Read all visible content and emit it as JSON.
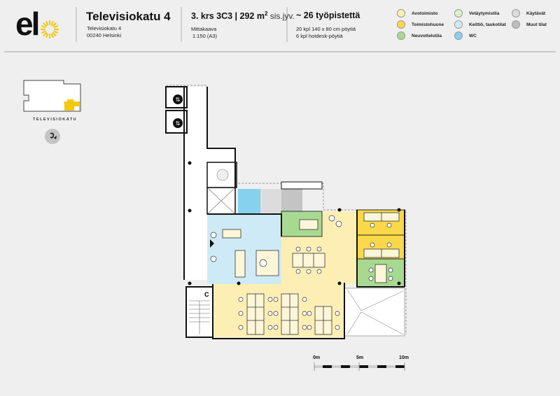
{
  "brand": {
    "logo_text": "el",
    "logo_mark": "sun-icon",
    "accent": "#f5c80f"
  },
  "header": {
    "title": "Televisiokatu 4",
    "address_line1": "Televisiokatu 4",
    "address_line2": "00240 Helsinki",
    "floor_text": "3. krs 3C3 | 292 m",
    "floor_sup": "2",
    "floor_unit": " sis.jyv.",
    "scale_label": "Mittakaava",
    "scale_value": "1:150 (A3)",
    "workstations": "~ 26 työpistettä",
    "desks_line1": "20 kpl 140 x 80 cm pöytiä",
    "desks_line2": "6 kpl hotdesk-pöytiä"
  },
  "legend": [
    {
      "label": "Avotoimisto",
      "color": "#fdefb4"
    },
    {
      "label": "Toimistohuone",
      "color": "#fbd84a"
    },
    {
      "label": "Neuvottelutila",
      "color": "#a8d990"
    },
    {
      "label": "Vetäytymistila",
      "color": "#dcf0cc"
    },
    {
      "label": "Keittiö, taukotilat",
      "color": "#cfeaf7"
    },
    {
      "label": "WC",
      "color": "#86d1ee"
    },
    {
      "label": "Käytävät",
      "color": "#dcdcdc"
    },
    {
      "label": "Muut tilat",
      "color": "#bdbdbd"
    }
  ],
  "keymap": {
    "street_label": "TELEVISIOKATU",
    "highlight_color": "#f5c80f"
  },
  "floorplan": {
    "stair_label": "C",
    "colors": {
      "open": "#fdefb4",
      "office": "#fbd84a",
      "meeting": "#a8d990",
      "kitchen": "#cfeaf7",
      "wc": "#86d1ee",
      "corridor": "#dcdcdc",
      "other": "#c4c4c4"
    }
  },
  "scalebar": {
    "labels": [
      "0m",
      "5m",
      "10m"
    ]
  }
}
